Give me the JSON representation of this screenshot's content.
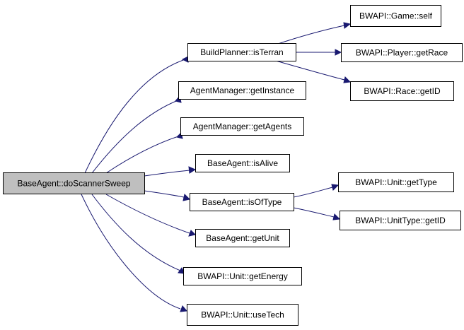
{
  "colors": {
    "edge": "#191970",
    "root_fill": "#bfbfbf",
    "node_fill": "#ffffff",
    "border": "#000000"
  },
  "nodes": {
    "root": "BaseAgent::doScannerSweep",
    "isTerran": "BuildPlanner::isTerran",
    "getInstance": "AgentManager::getInstance",
    "getAgents": "AgentManager::getAgents",
    "isAlive": "BaseAgent::isAlive",
    "isOfType": "BaseAgent::isOfType",
    "getUnit": "BaseAgent::getUnit",
    "getEnergy": "BWAPI::Unit::getEnergy",
    "useTech": "BWAPI::Unit::useTech",
    "gameSelf": "BWAPI::Game::self",
    "getRace": "BWAPI::Player::getRace",
    "raceGetID": "BWAPI::Race::getID",
    "getType": "BWAPI::Unit::getType",
    "unitTypeGetID": "BWAPI::UnitType::getID"
  },
  "edges": [
    [
      "root",
      "isTerran"
    ],
    [
      "root",
      "getInstance"
    ],
    [
      "root",
      "getAgents"
    ],
    [
      "root",
      "isAlive"
    ],
    [
      "root",
      "isOfType"
    ],
    [
      "root",
      "getUnit"
    ],
    [
      "root",
      "getEnergy"
    ],
    [
      "root",
      "useTech"
    ],
    [
      "isTerran",
      "gameSelf"
    ],
    [
      "isTerran",
      "getRace"
    ],
    [
      "isTerran",
      "raceGetID"
    ],
    [
      "isOfType",
      "getType"
    ],
    [
      "isOfType",
      "unitTypeGetID"
    ]
  ]
}
